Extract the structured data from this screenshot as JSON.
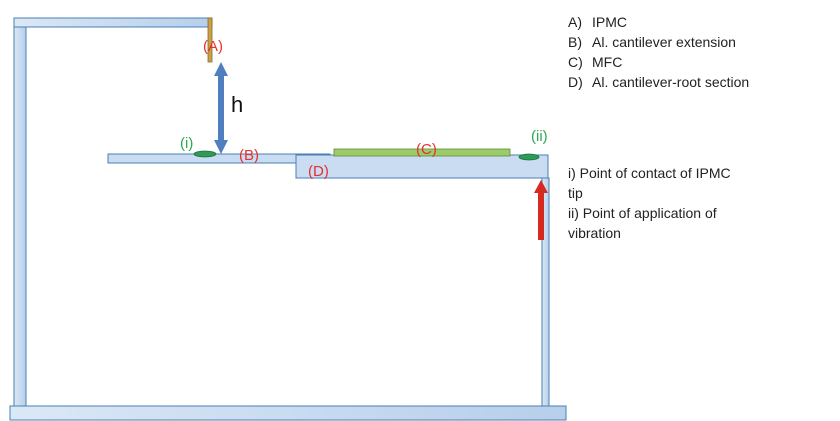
{
  "diagram": {
    "labels": {
      "A": "(A)",
      "B": "(B)",
      "C": "(C)",
      "D": "(D)",
      "i": "(i)",
      "ii": "(ii)",
      "h": "h"
    },
    "colors": {
      "frame_fill": "#c9dcf1",
      "frame_stroke": "#4a7fb5",
      "arrow_blue": "#4f7fbf",
      "arrow_red": "#d42a20",
      "mfc_fill": "#9ccc6a",
      "contact_green": "#2e9a57",
      "ipmc_fill": "#c8a24a",
      "label_red": "#e8302c",
      "label_green": "#2fa84f"
    }
  },
  "legend": {
    "items": [
      {
        "key": "A)",
        "text": "IPMC"
      },
      {
        "key": "B)",
        "text": "Al. cantilever extension"
      },
      {
        "key": "C)",
        "text": "MFC"
      },
      {
        "key": "D)",
        "text": "Al. cantilever-root section"
      }
    ]
  },
  "notes": {
    "line1a": "i) Point of contact of IPMC",
    "line1b": "tip",
    "line2a": "ii) Point of application of",
    "line2b": "vibration"
  }
}
